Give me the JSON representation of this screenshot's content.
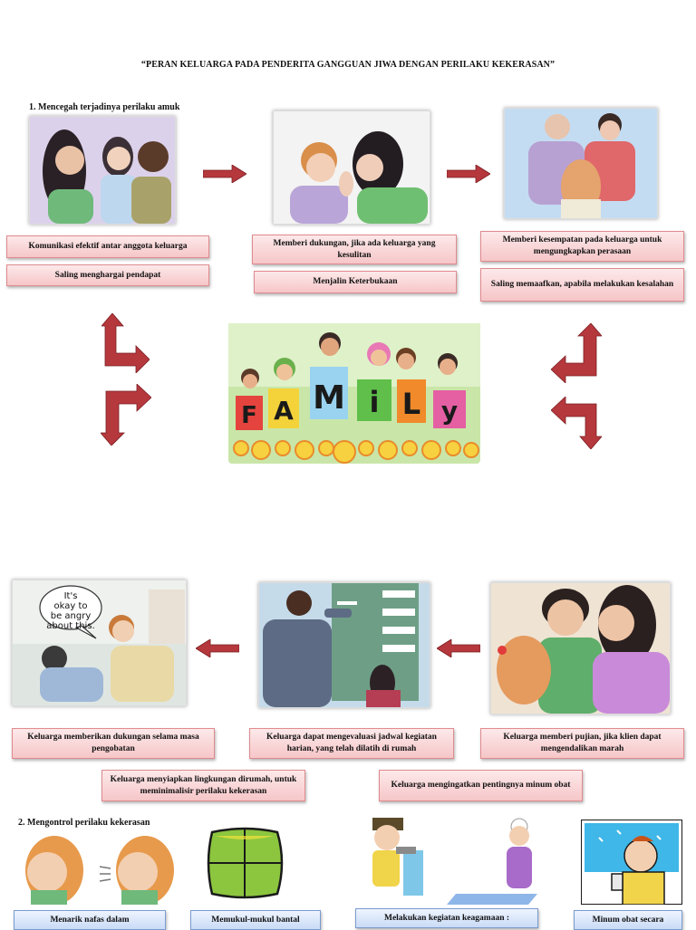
{
  "title": "“PERAN KELUARGA PADA PENDERITA GANGGUAN JIWA DENGAN PERILAKU KEKERASAN”",
  "section1": {
    "heading": "1.  Mencegah terjadinya perilaku amuk",
    "boxes": [
      "Komunikasi efektif antar anggota keluarga",
      "Saling menghargai pendapat",
      "Memberi dukungan, jika ada keluarga yang kesulitan",
      "Menjalin Keterbukaan",
      "Memberi kesempatan pada keluarga untuk mengungkapkan perasaan",
      "Saling memaafkan, apabila melakukan kesalahan"
    ]
  },
  "family_letters": [
    "F",
    "A",
    "M",
    "i",
    "L",
    "y"
  ],
  "middle_row": {
    "speech_bubble": "It's okay to be angry about this.",
    "boxes": [
      "Keluarga memberikan dukungan selama masa pengobatan",
      "Keluarga dapat mengevaluasi jadwal kegiatan harian, yang telah dilatih di rumah",
      "Keluarga memberi pujian, jika klien dapat mengendalikan marah",
      "Keluarga menyiapkan lingkungan dirumah, untuk meminimalisir perilaku kekerasan",
      "Keluarga mengingatkan pentingnya minum obat"
    ]
  },
  "section2": {
    "heading": "2.  Mengontrol perilaku kekerasan",
    "boxes": [
      "Menarik nafas dalam",
      "Memukul-mukul bantal",
      "Melakukan kegiatan keagamaan :",
      "Minum obat secara"
    ]
  },
  "colors": {
    "pink_box": "#f6c6c8",
    "blue_box": "#c9dbf6",
    "arrow": "#b5383d"
  }
}
